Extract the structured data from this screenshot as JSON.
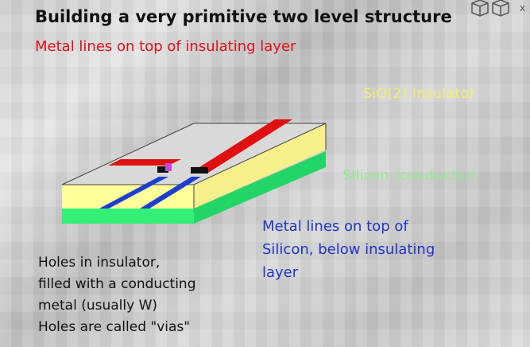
{
  "title": "Building a very primitive two level structure",
  "subtitle": "Metal lines on top of insulating layer",
  "labels": {
    "sio2": "SiO(2) Insulator",
    "silicon": "Silicon (conductor)"
  },
  "blue_note": [
    "Metal lines on top of",
    "Silicon, below insulating",
    "layer"
  ],
  "black_note": [
    "Holes in insulator,",
    "filled with a conducting",
    "metal (usually W)",
    "Holes are called \"vias\""
  ],
  "corner_x": "x",
  "colors": {
    "insulator": "#ffff99",
    "silicon": "#33ee77",
    "metal_top": "#e01010",
    "metal_buried": "#1a3fd0",
    "via": "#111111"
  }
}
